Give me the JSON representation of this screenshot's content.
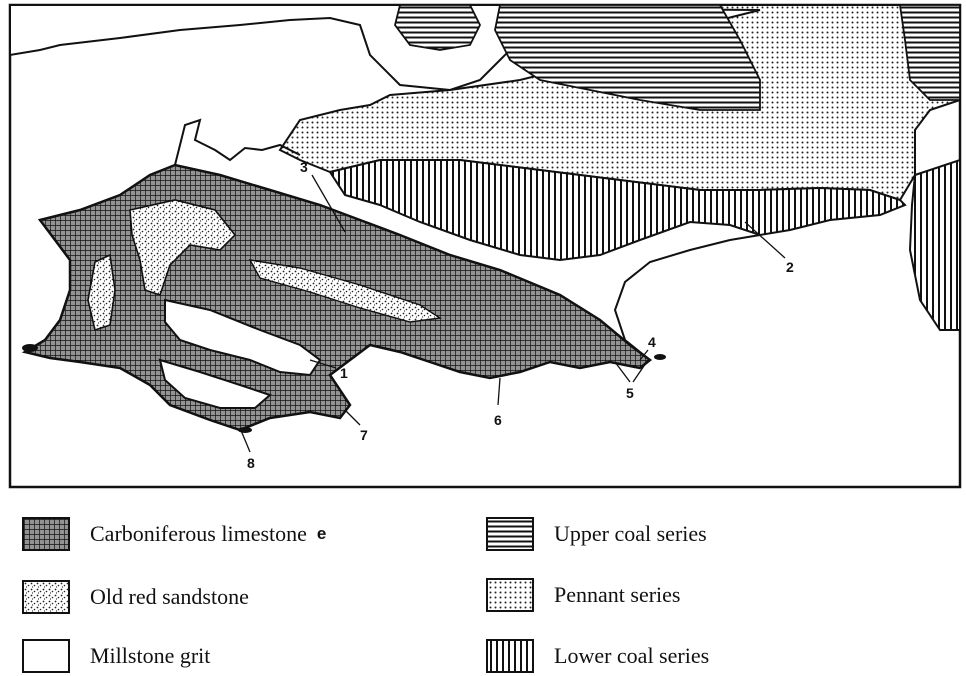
{
  "map": {
    "labels": [
      {
        "id": "1",
        "text": "1"
      },
      {
        "id": "2",
        "text": "2"
      },
      {
        "id": "3",
        "text": "3"
      },
      {
        "id": "4",
        "text": "4"
      },
      {
        "id": "5",
        "text": "5"
      },
      {
        "id": "6",
        "text": "6"
      },
      {
        "id": "7",
        "text": "7"
      },
      {
        "id": "8",
        "text": "8"
      }
    ]
  },
  "legend": {
    "items": [
      {
        "label": "Carboniferous limestone",
        "suffix": "e",
        "pattern": "crosshatch"
      },
      {
        "label": "Old red sandstone",
        "suffix": "",
        "pattern": "stipple"
      },
      {
        "label": "Millstone grit",
        "suffix": "",
        "pattern": "blank"
      },
      {
        "label": "Upper coal series",
        "suffix": "",
        "pattern": "horizontal-lines"
      },
      {
        "label": "Pennant series",
        "suffix": "",
        "pattern": "dots"
      },
      {
        "label": "Lower coal series",
        "suffix": "",
        "pattern": "vertical-lines"
      }
    ]
  },
  "colors": {
    "ink": "#111111",
    "paper": "#ffffff"
  }
}
